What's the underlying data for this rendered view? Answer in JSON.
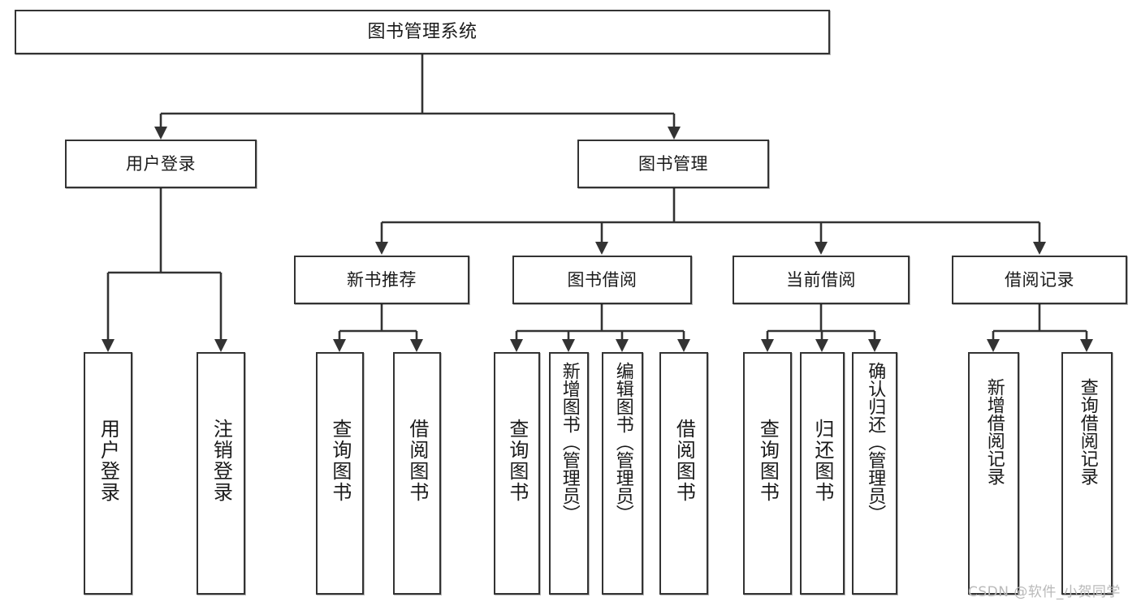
{
  "diagram": {
    "type": "tree",
    "title": "图书管理系统",
    "watermark": "CSDN @软件_小贺同学",
    "colors": {
      "stroke": "#333333",
      "fill": "#ffffff",
      "text": "#1a1a1a",
      "watermark": "#b9b9b9"
    },
    "nodes": {
      "root": "图书管理系统",
      "level2": {
        "user_login": "用户登录",
        "book_manage": "图书管理"
      },
      "level3": {
        "new_book_rec": "新书推荐",
        "book_borrow": "图书借阅",
        "current_borrow": "当前借阅",
        "borrow_record": "借阅记录"
      },
      "leaves": {
        "user_login_1": "用户登录",
        "user_login_2": "注销登录",
        "new_book_rec_1": "查询图书",
        "new_book_rec_2": "借阅图书",
        "book_borrow_1": "查询图书",
        "book_borrow_2": "新增图书（管理员）",
        "book_borrow_3": "编辑图书（管理员）",
        "book_borrow_4": "借阅图书",
        "current_borrow_1": "查询图书",
        "current_borrow_2": "归还图书",
        "current_borrow_3": "确认归还（管理员）",
        "borrow_record_1": "新增借阅记录",
        "borrow_record_2": "查询借阅记录"
      }
    }
  }
}
